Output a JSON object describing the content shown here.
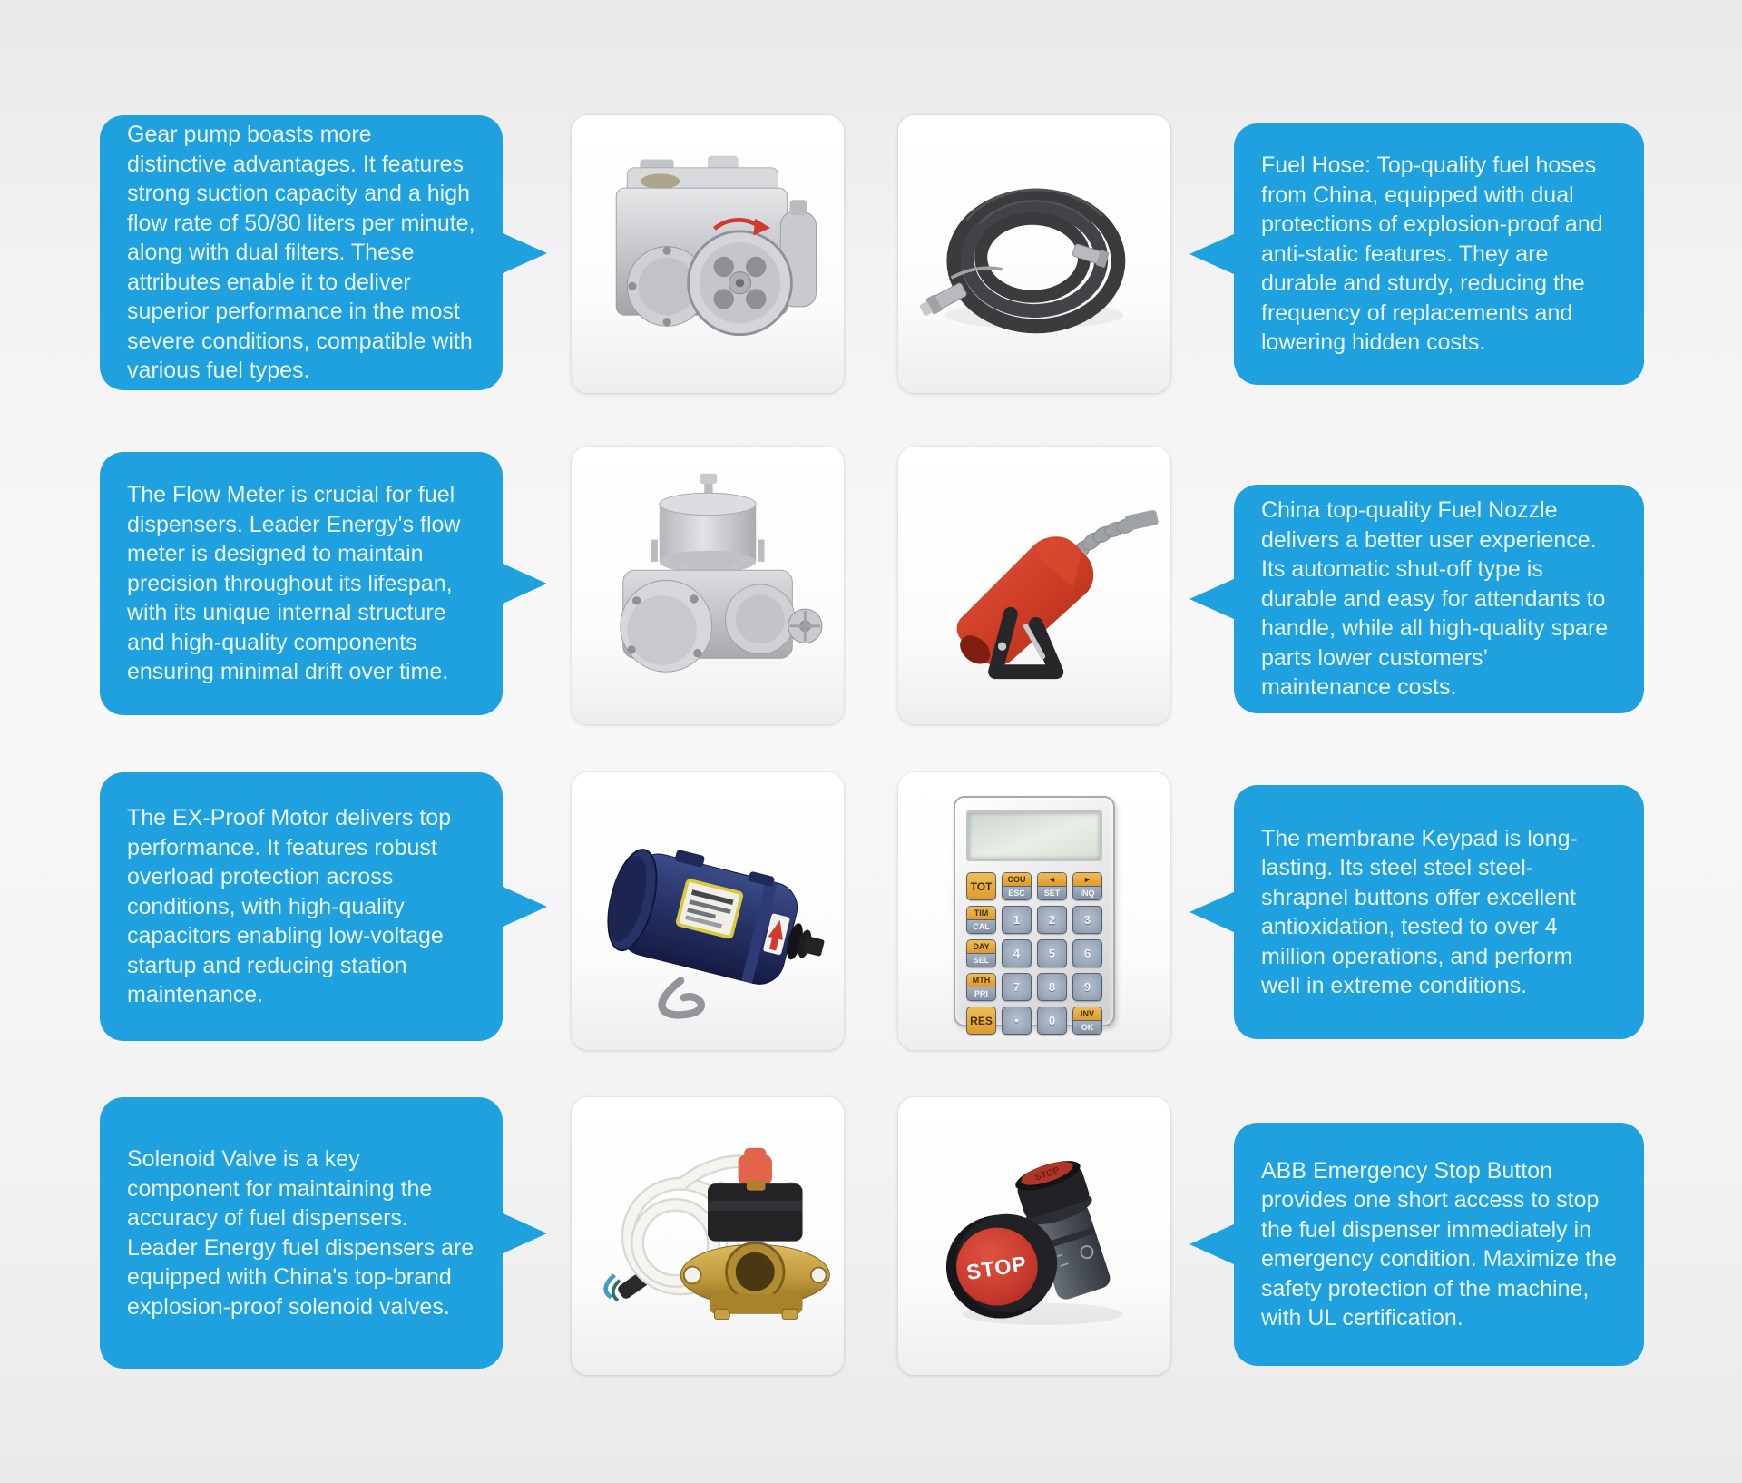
{
  "colors": {
    "bubble": "#1fa1df",
    "bubble_text": "#e7f5fd",
    "background": "#f0f0f0",
    "keypad_orange": "#e2a23f",
    "keypad_gray_blue": "#95a4b6",
    "nozzle_red": "#d0402a",
    "motor_navy": "#273165",
    "stop_red": "#c6382c"
  },
  "rows": [
    {
      "left_bubble": "Gear pump boasts more distinctive advantages. It features strong suction capacity and a high flow rate of 50/80 liters per minute, along with dual filters. These attributes enable it to deliver superior performance in the most severe conditions, compatible with various fuel types.",
      "left_image": "gear-pump",
      "right_image": "fuel-hose",
      "right_bubble": "Fuel Hose: Top-quality fuel hoses from China, equipped with dual protections of explosion-proof and anti-static features. They are durable and sturdy, reducing the frequency of replacements and lowering hidden costs."
    },
    {
      "left_bubble": "The Flow Meter is crucial for fuel dispensers. Leader Energy's flow meter is designed to maintain precision throughout its lifespan, with its unique internal structure and high-quality components ensuring minimal drift over time.",
      "left_image": "flow-meter",
      "right_image": "fuel-nozzle",
      "right_bubble": "China top-quality Fuel Nozzle delivers a better user experience. Its automatic shut-off type is durable and easy for attendants to handle, while all high-quality spare parts lower customers’ maintenance costs."
    },
    {
      "left_bubble": "The EX-Proof Motor delivers top performance. It features robust overload protection across conditions, with high-quality capacitors enabling low-voltage startup and reducing station maintenance.",
      "left_image": "ex-proof-motor",
      "right_image": "membrane-keypad",
      "right_bubble": "The membrane Keypad is long-lasting. Its steel steel steel-shrapnel buttons offer excellent antioxidation, tested to over 4 million operations, and perform well in extreme conditions."
    },
    {
      "left_bubble": "Solenoid Valve is a key component for maintaining the accuracy of fuel dispensers. Leader Energy fuel dispensers are equipped with China's top-brand explosion-proof solenoid valves.",
      "left_image": "solenoid-valve",
      "right_image": "emergency-stop-button",
      "right_bubble": "ABB Emergency Stop Button provides one short access to stop the fuel dispenser immediately in emergency condition. Maximize the safety protection of the machine, with UL certification."
    }
  ],
  "keypad": {
    "rows": [
      [
        {
          "top": "TOT"
        },
        {
          "top": "COU",
          "bottom": "ESC"
        },
        {
          "top": "◄",
          "bottom": "SET"
        },
        {
          "top": "►",
          "bottom": "INQ"
        }
      ],
      [
        {
          "top": "TIM",
          "bottom": "CAL"
        },
        {
          "top": "1"
        },
        {
          "top": "2"
        },
        {
          "top": "3"
        }
      ],
      [
        {
          "top": "DAY",
          "bottom": "SEL"
        },
        {
          "top": "4"
        },
        {
          "top": "5"
        },
        {
          "top": "6"
        }
      ],
      [
        {
          "top": "MTH",
          "bottom": "PRI"
        },
        {
          "top": "7"
        },
        {
          "top": "8"
        },
        {
          "top": "9"
        }
      ],
      [
        {
          "top": "RES"
        },
        {
          "top": "•"
        },
        {
          "top": "0"
        },
        {
          "top": "INV",
          "bottom": "OK"
        }
      ]
    ]
  },
  "stop_button": {
    "label": "STOP"
  }
}
